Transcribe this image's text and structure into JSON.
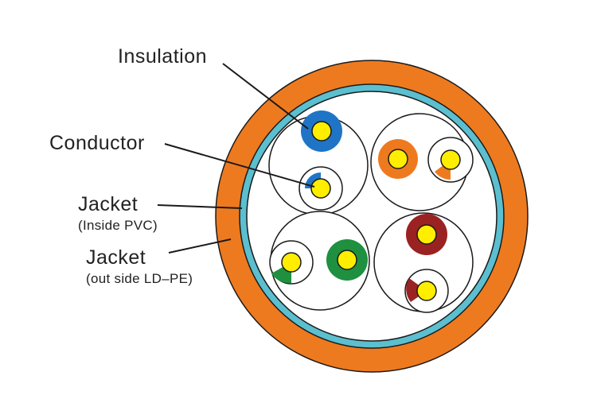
{
  "labels": {
    "insulation": "Insulation",
    "conductor": "Conductor",
    "inner_jacket": "Jacket",
    "inner_jacket_note": "(Inside PVC)",
    "outer_jacket": "Jacket",
    "outer_jacket_note": "(out side LD–PE)"
  },
  "colors": {
    "outer_jacket": "#ee7a1f",
    "inner_jacket": "#5bbfcf",
    "conductor": "#ffee00",
    "outline": "#1a1a1a",
    "pair_blue": "#1f74c6",
    "pair_orange": "#ee7a1f",
    "pair_green": "#1e9040",
    "pair_brown": "#9b2222"
  }
}
